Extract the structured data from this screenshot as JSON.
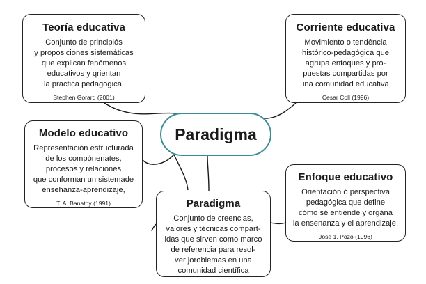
{
  "center": {
    "label": "Paradigma"
  },
  "cards": {
    "teoria": {
      "title": "Teoría educativa",
      "body": "Conjunto de principiós\ny proposiciones sistemáticas\nque explican fenómenos\neducativos y qrientan\nla práctica pedagogica.",
      "cite": "Stephen Gorard (2001)"
    },
    "corriente": {
      "title": "Corriente educativa",
      "body": "Movimiento o tendência\nhistórico-pedagógica que\nagrupa enfoques y pro-\npuestas compartidas por\nuna comunidad educativa,",
      "cite": "Cesar Coll (1996)"
    },
    "modelo": {
      "title": "Modelo educativo",
      "body": "Representación estructurada\nde los compónenates,\nprocesos y relaciones\nque conforman un sistemade\nensehanza-aprendizaje,",
      "cite": "T. A. Banathy (1991)"
    },
    "enfoque": {
      "title": "Enfoque educativo",
      "body": "Orientación ó perspectiva\npedagógica que define\ncómo sé entiénde y orgána\nla ensenanza y el aprendizaje.",
      "cite": "José 1. Pozo (1996)"
    },
    "paradigma": {
      "title": "Paradigma",
      "body": "Conjunto de creencias,\nvalores y técnicas compart-\nidas que sirven como marco\nde referencia para resol-\nver joroblemas en una\ncomunidad científica"
    }
  }
}
